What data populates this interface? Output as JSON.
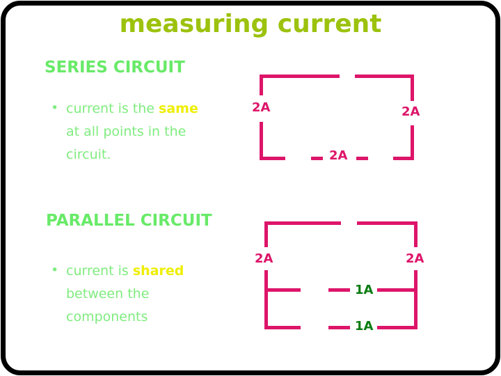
{
  "slide": {
    "title": "measuring current",
    "series": {
      "heading": "SERIES CIRCUIT",
      "bullet_marker": "•",
      "line1_pre": "current is the ",
      "line1_highlight": "same",
      "line2": "at all points in the",
      "line3": "circuit."
    },
    "parallel": {
      "heading": "PARALLEL CIRCUIT",
      "bullet_marker": "•",
      "line1_pre": "current is ",
      "line1_highlight": "shared",
      "line2": "between the",
      "line3": "components"
    }
  },
  "series_diagram": {
    "left_label": "2A",
    "right_label": "2A",
    "bottom_label": "2A"
  },
  "parallel_diagram": {
    "left_label": "2A",
    "right_label": "2A",
    "middle_label": "1A",
    "bottom_label": "1A"
  },
  "colors": {
    "title_green": "#9cc20d",
    "heading_green": "#68ea68",
    "body_green": "#7fec7f",
    "highlight_yellow": "#eeee00",
    "circuit_pink": "#dd1569",
    "ammeter_dark_green": "#0a7c12",
    "frame_black": "#000000"
  }
}
